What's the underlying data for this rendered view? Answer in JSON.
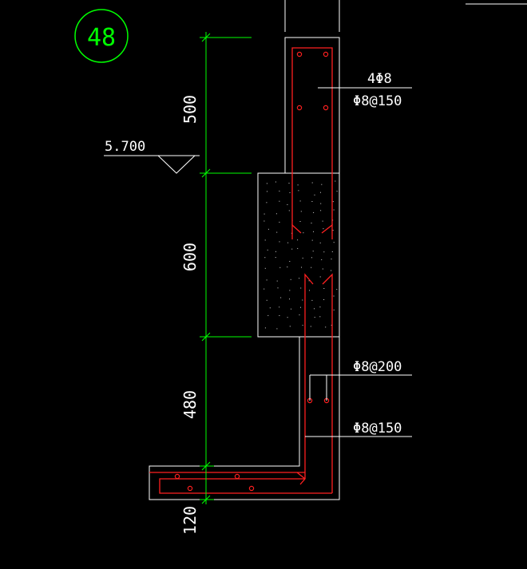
{
  "drawing": {
    "detail_number": "48",
    "level_mark": "5.700",
    "dimensions": {
      "top": "500",
      "middle": "600",
      "bottom": "480",
      "base": "120"
    },
    "rebar_labels": {
      "top_main": "4Φ8",
      "top_stirrup": "Φ8@150",
      "lower_stirrup": "Φ8@200",
      "lower_main": "Φ8@150"
    }
  },
  "colors": {
    "background": "#000000",
    "outline": "#ffffff",
    "dimension": "#00ff00",
    "rebar": "#ff2020",
    "hatch": "#cfcfcf"
  }
}
